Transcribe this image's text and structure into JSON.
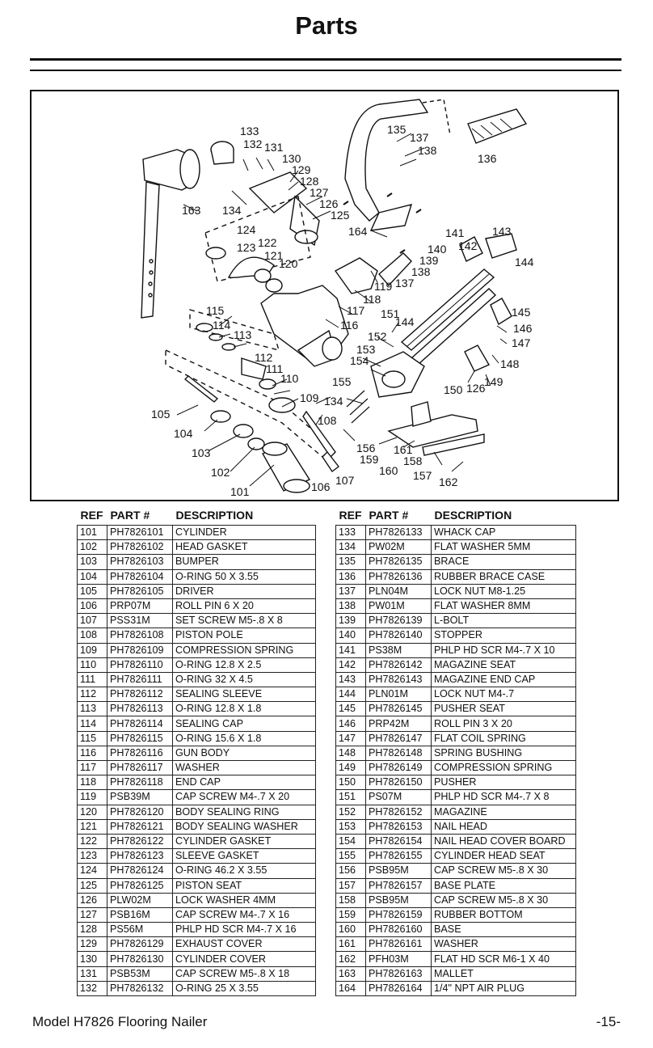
{
  "page": {
    "title": "Parts",
    "footer_model": "Model H7826 Flooring Nailer",
    "footer_page": "-15-"
  },
  "diagram": {
    "callouts": [
      "101",
      "102",
      "103",
      "104",
      "105",
      "106",
      "107",
      "108",
      "109",
      "110",
      "111",
      "112",
      "113",
      "114",
      "115",
      "116",
      "117",
      "118",
      "119",
      "120",
      "121",
      "122",
      "123",
      "124",
      "125",
      "126",
      "127",
      "128",
      "129",
      "130",
      "131",
      "132",
      "133",
      "134",
      "135",
      "136",
      "137",
      "138",
      "138",
      "139",
      "140",
      "141",
      "142",
      "143",
      "144",
      "144",
      "145",
      "146",
      "147",
      "148",
      "149",
      "150",
      "151",
      "152",
      "153",
      "154",
      "155",
      "156",
      "157",
      "158",
      "159",
      "160",
      "161",
      "162",
      "163",
      "164",
      "134",
      "137",
      "126"
    ]
  },
  "table_headers": {
    "ref": "REF",
    "part": "PART #",
    "desc": "DESCRIPTION"
  },
  "parts_left": [
    {
      "ref": "101",
      "part": "PH7826101",
      "desc": "CYLINDER"
    },
    {
      "ref": "102",
      "part": "PH7826102",
      "desc": "HEAD GASKET"
    },
    {
      "ref": "103",
      "part": "PH7826103",
      "desc": "BUMPER"
    },
    {
      "ref": "104",
      "part": "PH7826104",
      "desc": "O-RING 50 X 3.55"
    },
    {
      "ref": "105",
      "part": "PH7826105",
      "desc": "DRIVER"
    },
    {
      "ref": "106",
      "part": "PRP07M",
      "desc": "ROLL PIN 6 X 20"
    },
    {
      "ref": "107",
      "part": "PSS31M",
      "desc": "SET SCREW M5-.8 X 8"
    },
    {
      "ref": "108",
      "part": "PH7826108",
      "desc": "PISTON POLE"
    },
    {
      "ref": "109",
      "part": "PH7826109",
      "desc": "COMPRESSION SPRING"
    },
    {
      "ref": "110",
      "part": "PH7826110",
      "desc": "O-RING 12.8 X 2.5"
    },
    {
      "ref": "111",
      "part": "PH7826111",
      "desc": "O-RING 32 X 4.5"
    },
    {
      "ref": "112",
      "part": "PH7826112",
      "desc": "SEALING SLEEVE"
    },
    {
      "ref": "113",
      "part": "PH7826113",
      "desc": "O-RING 12.8 X 1.8"
    },
    {
      "ref": "114",
      "part": "PH7826114",
      "desc": "SEALING CAP"
    },
    {
      "ref": "115",
      "part": "PH7826115",
      "desc": "O-RING 15.6 X 1.8"
    },
    {
      "ref": "116",
      "part": "PH7826116",
      "desc": "GUN BODY"
    },
    {
      "ref": "117",
      "part": "PH7826117",
      "desc": "WASHER"
    },
    {
      "ref": "118",
      "part": "PH7826118",
      "desc": "END CAP"
    },
    {
      "ref": "119",
      "part": "PSB39M",
      "desc": "CAP SCREW M4-.7 X 20"
    },
    {
      "ref": "120",
      "part": "PH7826120",
      "desc": "BODY SEALING RING"
    },
    {
      "ref": "121",
      "part": "PH7826121",
      "desc": "BODY SEALING WASHER"
    },
    {
      "ref": "122",
      "part": "PH7826122",
      "desc": "CYLINDER GASKET"
    },
    {
      "ref": "123",
      "part": "PH7826123",
      "desc": "SLEEVE GASKET"
    },
    {
      "ref": "124",
      "part": "PH7826124",
      "desc": "O-RING 46.2 X 3.55"
    },
    {
      "ref": "125",
      "part": "PH7826125",
      "desc": "PISTON SEAT"
    },
    {
      "ref": "126",
      "part": "PLW02M",
      "desc": "LOCK WASHER 4MM"
    },
    {
      "ref": "127",
      "part": "PSB16M",
      "desc": "CAP SCREW M4-.7 X 16"
    },
    {
      "ref": "128",
      "part": "PS56M",
      "desc": "PHLP HD SCR M4-.7 X 16"
    },
    {
      "ref": "129",
      "part": "PH7826129",
      "desc": "EXHAUST COVER"
    },
    {
      "ref": "130",
      "part": "PH7826130",
      "desc": "CYLINDER COVER"
    },
    {
      "ref": "131",
      "part": "PSB53M",
      "desc": "CAP SCREW M5-.8 X 18"
    },
    {
      "ref": "132",
      "part": "PH7826132",
      "desc": "O-RING 25 X 3.55"
    }
  ],
  "parts_right": [
    {
      "ref": "133",
      "part": "PH7826133",
      "desc": "WHACK CAP"
    },
    {
      "ref": "134",
      "part": "PW02M",
      "desc": "FLAT WASHER 5MM"
    },
    {
      "ref": "135",
      "part": "PH7826135",
      "desc": "BRACE"
    },
    {
      "ref": "136",
      "part": "PH7826136",
      "desc": "RUBBER BRACE CASE"
    },
    {
      "ref": "137",
      "part": "PLN04M",
      "desc": "LOCK NUT M8-1.25"
    },
    {
      "ref": "138",
      "part": "PW01M",
      "desc": "FLAT WASHER 8MM"
    },
    {
      "ref": "139",
      "part": "PH7826139",
      "desc": "L-BOLT"
    },
    {
      "ref": "140",
      "part": "PH7826140",
      "desc": "STOPPER"
    },
    {
      "ref": "141",
      "part": "PS38M",
      "desc": "PHLP HD SCR M4-.7 X 10"
    },
    {
      "ref": "142",
      "part": "PH7826142",
      "desc": "MAGAZINE SEAT"
    },
    {
      "ref": "143",
      "part": "PH7826143",
      "desc": "MAGAZINE END CAP"
    },
    {
      "ref": "144",
      "part": "PLN01M",
      "desc": "LOCK NUT M4-.7"
    },
    {
      "ref": "145",
      "part": "PH7826145",
      "desc": "PUSHER SEAT"
    },
    {
      "ref": "146",
      "part": "PRP42M",
      "desc": "ROLL PIN 3 X 20"
    },
    {
      "ref": "147",
      "part": "PH7826147",
      "desc": "FLAT COIL SPRING"
    },
    {
      "ref": "148",
      "part": "PH7826148",
      "desc": "SPRING BUSHING"
    },
    {
      "ref": "149",
      "part": "PH7826149",
      "desc": "COMPRESSION SPRING"
    },
    {
      "ref": "150",
      "part": "PH7826150",
      "desc": "PUSHER"
    },
    {
      "ref": "151",
      "part": "PS07M",
      "desc": "PHLP HD SCR M4-.7 X 8"
    },
    {
      "ref": "152",
      "part": "PH7826152",
      "desc": "MAGAZINE"
    },
    {
      "ref": "153",
      "part": "PH7826153",
      "desc": "NAIL HEAD"
    },
    {
      "ref": "154",
      "part": "PH7826154",
      "desc": "NAIL HEAD  COVER BOARD"
    },
    {
      "ref": "155",
      "part": "PH7826155",
      "desc": "CYLINDER HEAD SEAT"
    },
    {
      "ref": "156",
      "part": "PSB95M",
      "desc": "CAP SCREW M5-.8 X 30"
    },
    {
      "ref": "157",
      "part": "PH7826157",
      "desc": "BASE PLATE"
    },
    {
      "ref": "158",
      "part": "PSB95M",
      "desc": "CAP SCREW M5-.8 X 30"
    },
    {
      "ref": "159",
      "part": "PH7826159",
      "desc": "RUBBER BOTTOM"
    },
    {
      "ref": "160",
      "part": "PH7826160",
      "desc": "BASE"
    },
    {
      "ref": "161",
      "part": "PH7826161",
      "desc": "WASHER"
    },
    {
      "ref": "162",
      "part": "PFH03M",
      "desc": "FLAT HD SCR M6-1 X 40"
    },
    {
      "ref": "163",
      "part": "PH7826163",
      "desc": "MALLET"
    },
    {
      "ref": "164",
      "part": "PH7826164",
      "desc": "1/4\" NPT AIR PLUG"
    }
  ]
}
